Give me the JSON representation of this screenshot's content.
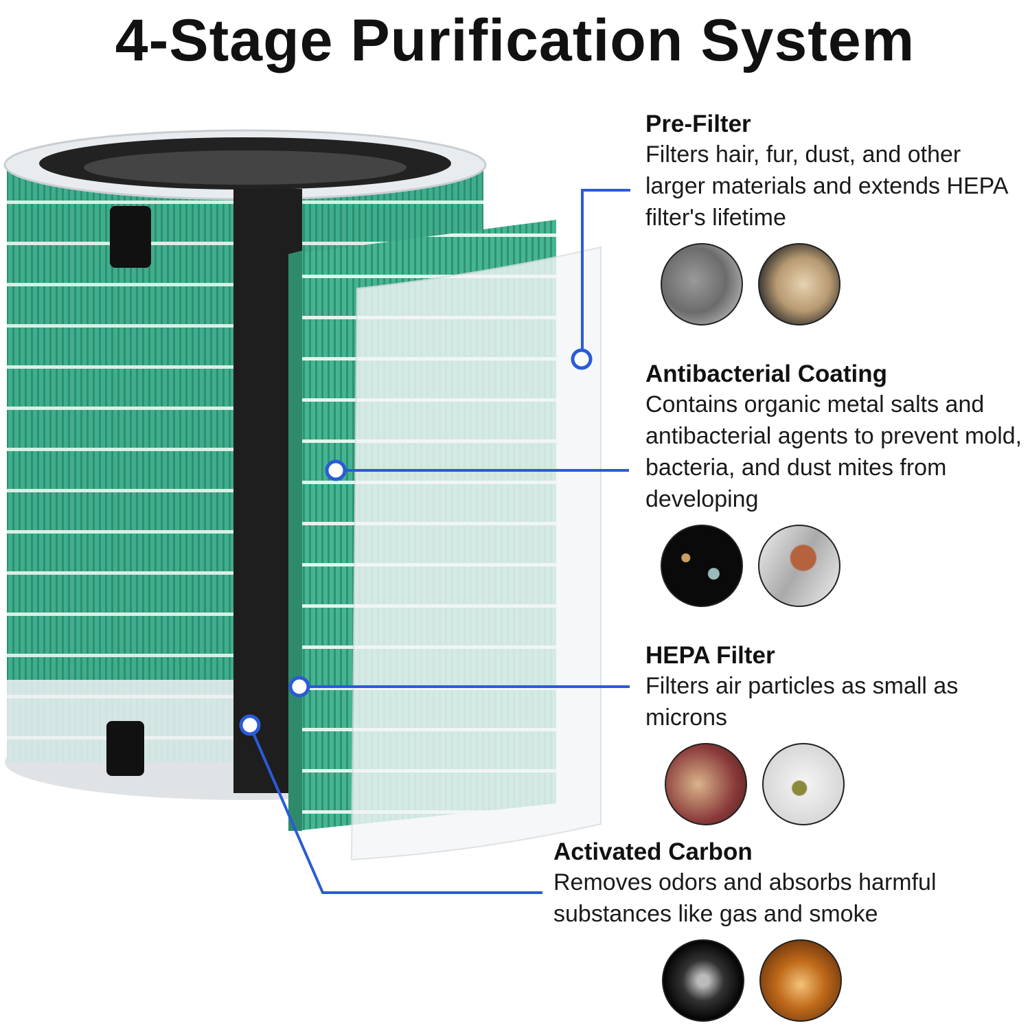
{
  "title": "4-Stage Purification System",
  "colors": {
    "accent": "#2a5bd7",
    "filter_green": "#3fae8c",
    "carbon": "#1e1e1e"
  },
  "stages": [
    {
      "heading": "Pre-Filter",
      "body": "Filters hair, fur, dust, and other larger materials and extends HEPA filter's lifetime",
      "thumbs": [
        "dust-image",
        "hair-image"
      ]
    },
    {
      "heading": "Antibacterial Coating",
      "body": "Contains organic metal salts and antibacterial agents to prevent mold, bacteria, and dust mites from developing",
      "thumbs": [
        "bacteria-image",
        "dust-mite-image"
      ]
    },
    {
      "heading": "HEPA Filter",
      "body": "Filters air particles as small as microns",
      "thumbs": [
        "microbes-image",
        "mold-spores-image"
      ]
    },
    {
      "heading": "Activated Carbon",
      "body": "Removes odors and absorbs harmful substances like gas and smoke",
      "thumbs": [
        "smoke-image",
        "gas-residue-image"
      ]
    }
  ]
}
